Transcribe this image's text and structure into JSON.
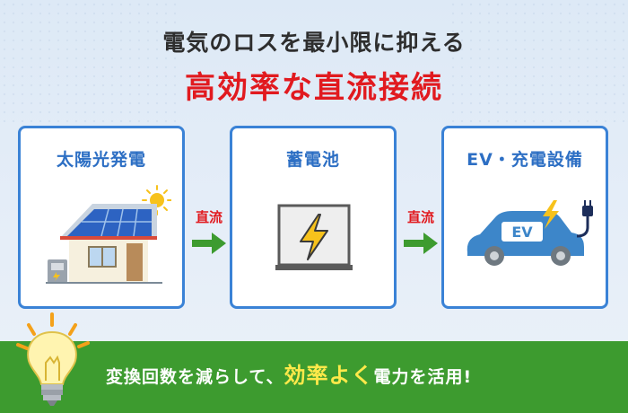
{
  "title": {
    "line1": "電気のロスを最小限に抑える",
    "line2": "高効率な直流接続"
  },
  "boxes": [
    {
      "label": "太陽光発電",
      "icon": "solar-house-icon"
    },
    {
      "label": "蓄電池",
      "icon": "battery-storage-icon"
    },
    {
      "label": "EV・充電設備",
      "icon": "ev-car-icon"
    }
  ],
  "arrows": [
    {
      "label": "直流"
    },
    {
      "label": "直流"
    }
  ],
  "bottom": {
    "before": "変換回数を減らして、",
    "highlight": "効率よく",
    "after": "電力を活用!"
  },
  "ev_badge": "EV",
  "colors": {
    "accent_blue": "#3a82d6",
    "title_red": "#e11a1f",
    "arrow_green": "#3d9b2f",
    "highlight_yellow": "#ffe94a"
  }
}
